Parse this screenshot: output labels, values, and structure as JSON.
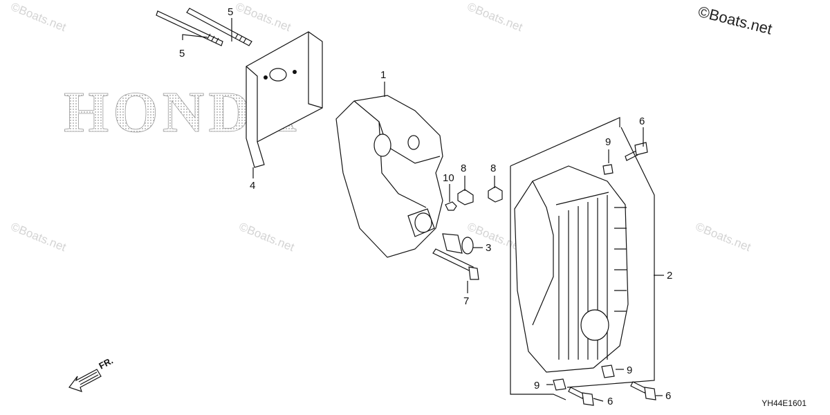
{
  "watermark": "©Boats.net",
  "brand": "©Boats.net",
  "logo_text": "HONDA",
  "drawing_code": "YH44E1601",
  "front_marker": "FR.",
  "callouts": {
    "c1": "1",
    "c2": "2",
    "c3": "3",
    "c4": "4",
    "c5a": "5",
    "c5b": "5",
    "c6a": "6",
    "c6b": "6",
    "c6c": "6",
    "c7": "7",
    "c8a": "8",
    "c8b": "8",
    "c9a": "9",
    "c9b": "9",
    "c9c": "9",
    "c10": "10"
  }
}
